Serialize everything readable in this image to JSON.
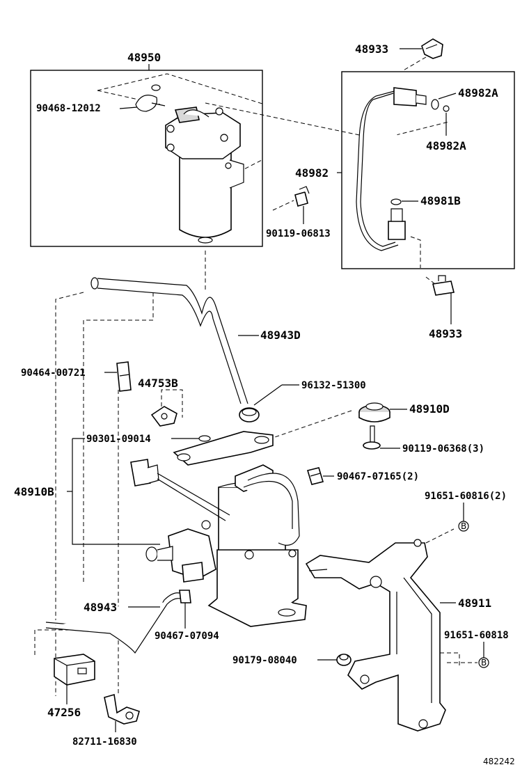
{
  "labels": {
    "l48950": "48950",
    "l90468_12012": "90468-12012",
    "l48933_top": "48933",
    "l48982A_1": "48982A",
    "l48982A_2": "48982A",
    "l48982": "48982",
    "l48981B": "48981B",
    "l90119_06813": "90119-06813",
    "l48933_bot": "48933",
    "l48943D": "48943D",
    "l90464_00721": "90464-00721",
    "l44753B": "44753B",
    "l96132_51300": "96132-51300",
    "l48910D": "48910D",
    "l90301_09014": "90301-09014",
    "l90119_06368": "90119-06368(3)",
    "l48910B": "48910B",
    "l90467_07165": "90467-07165(2)",
    "l91651_60816": "91651-60816(2)",
    "l48911": "48911",
    "l48943": "48943",
    "l90467_07094": "90467-07094",
    "l91651_60818": "91651-60818",
    "l90179_08040": "90179-08040",
    "l47256": "47256",
    "l82711_16830": "82711-16830",
    "refno": "482242"
  },
  "markers": {
    "b1": "B",
    "b2": "B"
  }
}
